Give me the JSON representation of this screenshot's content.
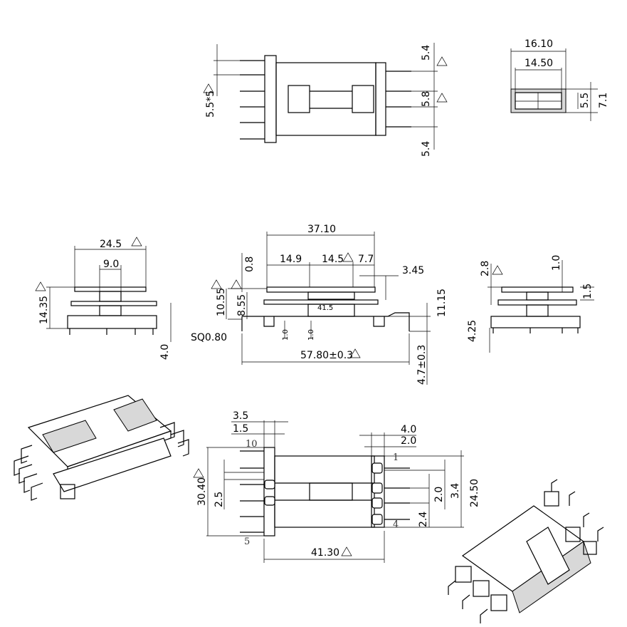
{
  "top_view": {
    "pitch": "5.5*5",
    "top_gap": "5.4",
    "mid_gap": "5.8",
    "bottom_gap": "5.4"
  },
  "end_view": {
    "outer_width": "16.10",
    "inner_width": "14.50",
    "inner_height": "5.5",
    "outer_height": "7.1"
  },
  "side_view_left": {
    "flange_width": "24.5",
    "core_width": "9.0",
    "height": "14.35",
    "pin_length": "4.0"
  },
  "front_view": {
    "overall_length": "37.10",
    "seg1": "14.9",
    "seg2": "14.5",
    "seg3": "7.7",
    "offset": "3.45",
    "flange_thickness": "0.8",
    "height_outer": "10.55",
    "height_inner": "8.55",
    "height_right": "11.15",
    "center_mark": "41.5",
    "pin_a": "1.0",
    "pin_b": "1.0",
    "pin_size": "SQ0.80",
    "pin_span": "57.80±0.3",
    "pin_length": "4.7±0.3"
  },
  "side_view_right": {
    "flange_gap": "2.8",
    "core_gap": "1.0",
    "slot": "1.5",
    "pin_length": "4.25"
  },
  "bottom_view": {
    "left_outer": "3.5",
    "left_inner": "1.5",
    "right_outer": "4.0",
    "right_inner": "2.0",
    "left_span": "30.40",
    "left_pitch": "2.5",
    "right_span": "24.50",
    "right_pitch_a": "3.4",
    "right_pitch_b": "2.0",
    "right_pitch_c": "2.4",
    "body_length": "41.30",
    "pin_labels": {
      "p10": "10",
      "p5": "5",
      "p1": "1",
      "p4": "4"
    }
  }
}
